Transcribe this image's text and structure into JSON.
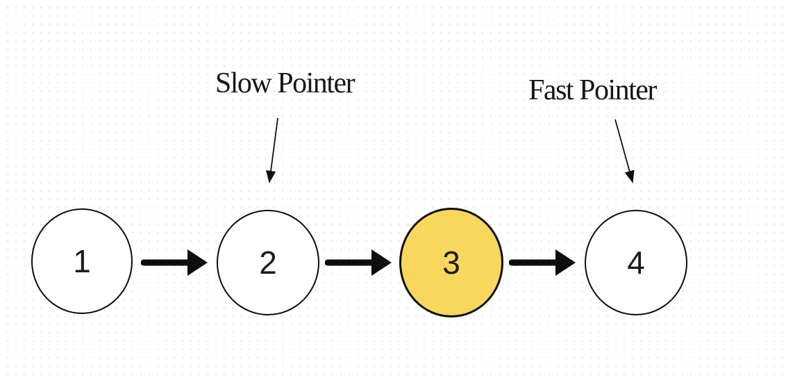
{
  "diagram": {
    "type": "linked-list",
    "nodes": [
      {
        "value": "1",
        "highlighted": false
      },
      {
        "value": "2",
        "highlighted": false
      },
      {
        "value": "3",
        "highlighted": true
      },
      {
        "value": "4",
        "highlighted": false
      }
    ],
    "pointers": [
      {
        "label": "Slow Pointer",
        "points_to_node": "2"
      },
      {
        "label": "Fast Pointer",
        "points_to_node": "4"
      }
    ],
    "colors": {
      "highlight_fill": "#F8D75C",
      "node_fill": "#FFFFFF",
      "stroke": "#0D0D0D",
      "background": "#FFFFFF",
      "background_dots": "#E6E6E6"
    }
  }
}
